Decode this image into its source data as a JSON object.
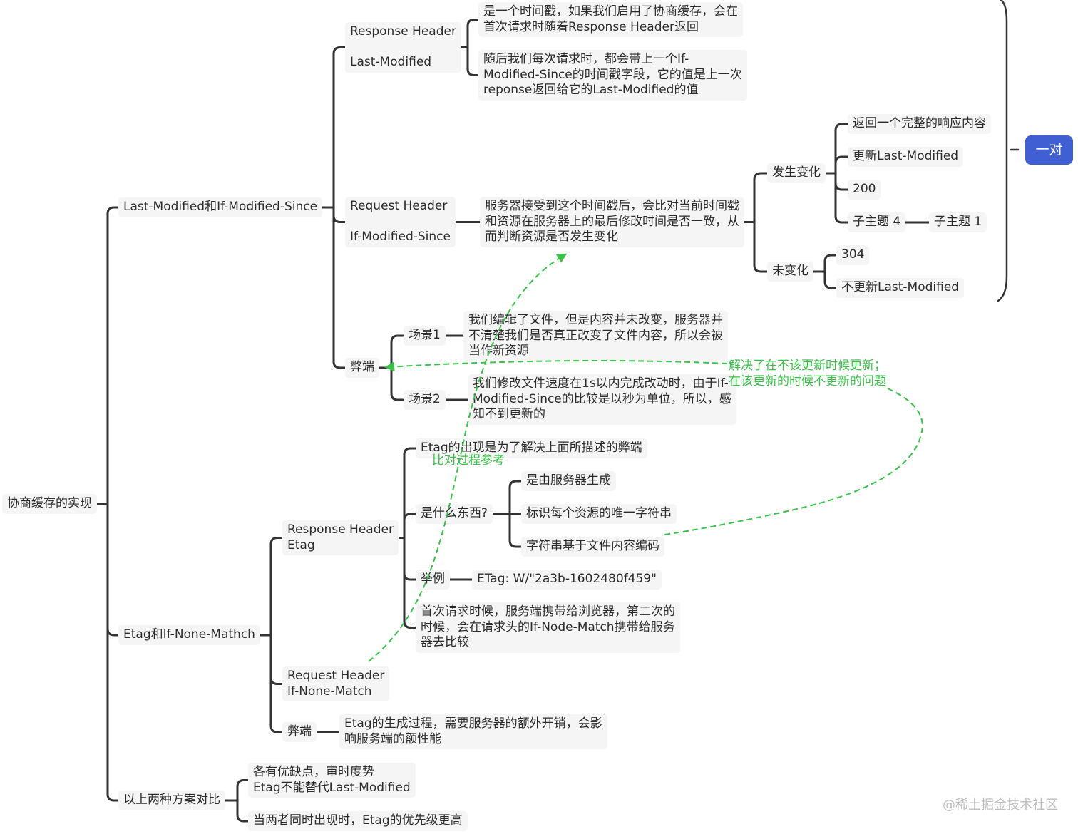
{
  "root": {
    "label": "协商缓存的实现"
  },
  "last_modified_branch": {
    "label": "Last-Modified和If-Modified-Since",
    "response_header": {
      "label": "Response Header\n\nLast-Modified",
      "notes": [
        "是一个时间戳，如果我们启用了协商缓存，会在\n首次请求时随着Response Header返回",
        "随后我们每次请求时，都会带上一个If-\nModified-Since的时间戳字段，它的值是上一次\nreponse返回给它的Last-Modified的值"
      ]
    },
    "request_header": {
      "label": "Request Header\n\nIf-Modified-Since",
      "note": "服务器接受到这个时间戳后，会比对当前时间戳\n和资源在服务器上的最后修改时间是否一致，从\n而判断资源是否发生变化",
      "changed": {
        "label": "发生变化",
        "items": [
          "返回一个完整的响应内容",
          "更新Last-Modified",
          "200",
          "子主题 4"
        ],
        "sub_item": "子主题 1"
      },
      "unchanged": {
        "label": "未变化",
        "items": [
          "304",
          "不更新Last-Modified"
        ]
      }
    },
    "summary": "一对",
    "drawbacks": {
      "label": "弊端",
      "scenarios": [
        {
          "label": "场景1",
          "text": "我们编辑了文件，但是内容并未改变，服务器并\n不清楚我们是否真正改变了文件内容，所以会被\n当作新资源"
        },
        {
          "label": "场景2",
          "text": "我们修改文件速度在1s以内完成改动时，由于If-\nModified-Since的比较是以秒为单位，所以，感\n知不到更新的"
        }
      ]
    }
  },
  "etag_branch": {
    "label": "Etag和If-None-Mathch",
    "response_header": {
      "label": "Response Header\nEtag",
      "purpose": "Etag的出现是为了解决上面所描述的弊端",
      "what": {
        "label": "是什么东西?",
        "items": [
          "是由服务器生成",
          "标识每个资源的唯一字符串",
          "字符串基于文件内容编码"
        ]
      },
      "example": {
        "label": "举例",
        "value": "ETag: W/\"2a3b-1602480f459\""
      },
      "flow": "首次请求时候，服务端携带给浏览器，第二次的\n时候，会在请求头的If-Node-Match携带给服务\n器去比较"
    },
    "request_header": {
      "label": "Request Header\nIf-None-Match"
    },
    "drawbacks": {
      "label": "弊端",
      "text": "Etag的生成过程，需要服务器的额外开销，会影\n响服务端的额性能"
    }
  },
  "comparison_branch": {
    "label": "以上两种方案对比",
    "points": [
      "各有优缺点，审时度势\nEtag不能替代Last-Modified",
      "当两者同时出现时，Etag的优先级更高"
    ]
  },
  "annotations": {
    "drawback_fix": "解决了在不该更新时候更新；\n在该更新的时候不更新的问题",
    "comparison_ref": "比对过程参考"
  },
  "watermark": "@稀土掘金技术社区",
  "colors": {
    "connector": "#333333",
    "annotation": "#38c248",
    "badge": "#3f5fd3",
    "node_bg": "#f5f5f5",
    "text": "#2b2b2b",
    "watermark": "#bdbdbd"
  }
}
